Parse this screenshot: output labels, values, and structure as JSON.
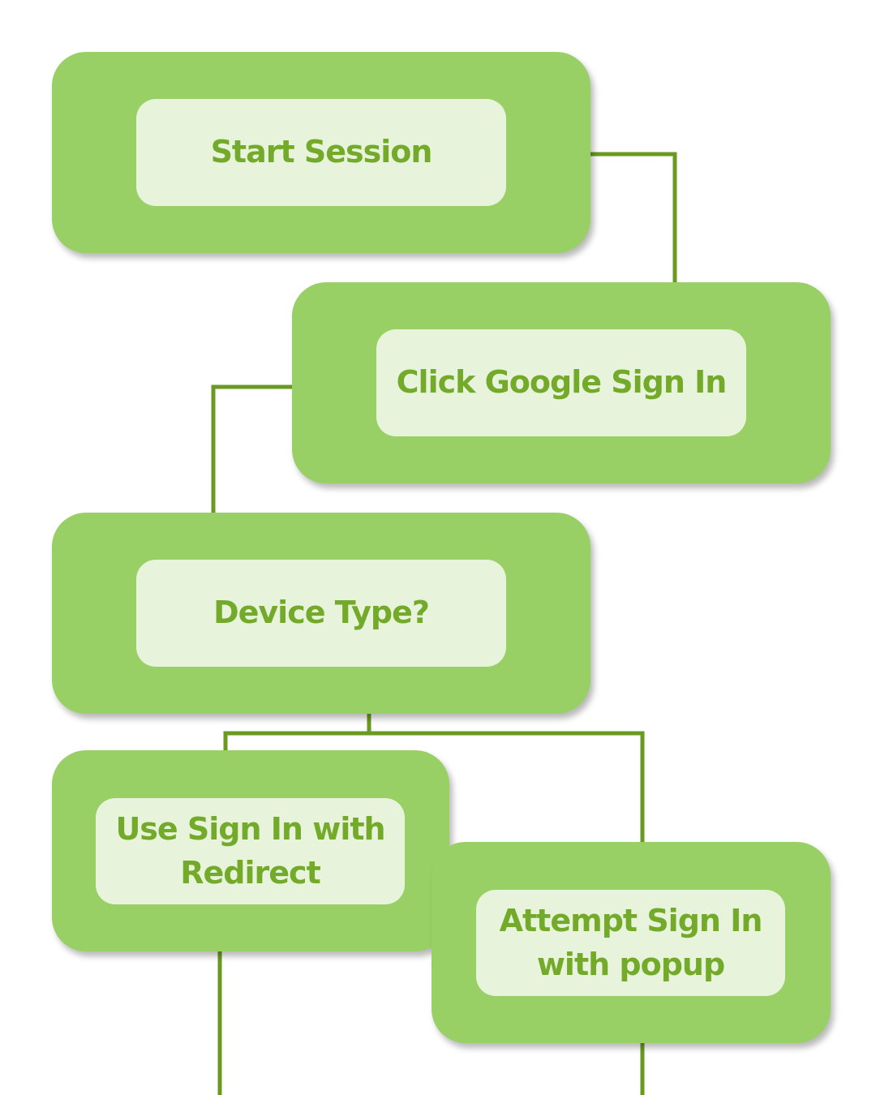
{
  "diagram": {
    "nodes": {
      "start": {
        "label": "Start Session"
      },
      "click": {
        "label": "Click Google Sign In"
      },
      "device": {
        "label": "Device Type?"
      },
      "redirect": {
        "label": "Use Sign In with Redirect"
      },
      "popup": {
        "label": "Attempt Sign In with popup"
      }
    },
    "edges": [
      {
        "from": "start",
        "to": "click"
      },
      {
        "from": "click",
        "to": "device"
      },
      {
        "from": "device",
        "to": "redirect"
      },
      {
        "from": "device",
        "to": "popup"
      }
    ],
    "colors": {
      "node_fill": "#99d066",
      "label_fill": "#e7f4db",
      "label_text": "#74aa2a",
      "connector": "#6b9a22"
    }
  }
}
